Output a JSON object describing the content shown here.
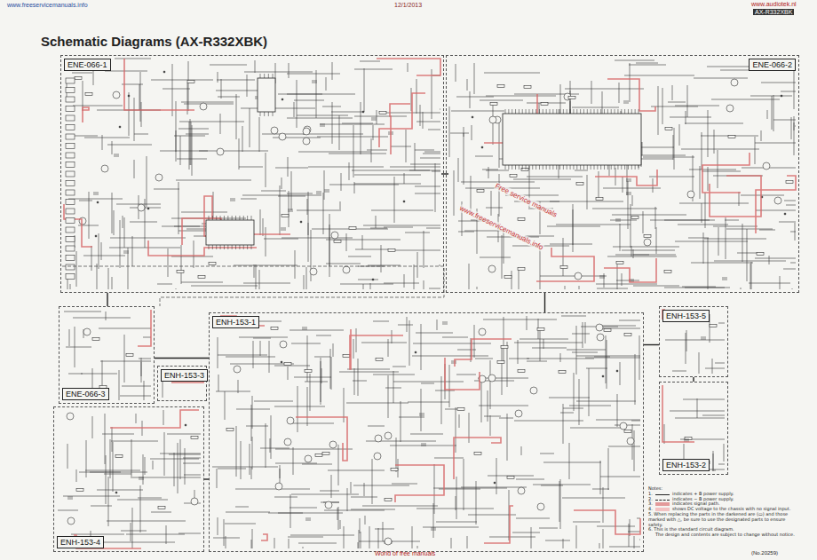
{
  "diagram": {
    "title": "Schematic Diagrams (AX-R332XBK)",
    "nodes": [
      {
        "text": [
          "ENE-066-1"
        ]
      },
      {
        "text": [
          "ENE-066-2"
        ]
      },
      {
        "text": [
          "ENE-066-3"
        ]
      },
      {
        "text": [
          "ENH-153-1"
        ]
      },
      {
        "text": [
          "ENH-153-3"
        ]
      },
      {
        "text": [
          "ENH-153-4"
        ]
      },
      {
        "text": [
          "ENH-153-5"
        ]
      },
      {
        "text": [
          "ENH-153-2"
        ]
      }
    ],
    "edges": [
      {
        "from": 0,
        "to": 1,
        "arrow": "none"
      },
      {
        "from": 0,
        "to": 2,
        "arrow": "none"
      },
      {
        "from": 1,
        "to": 3,
        "arrow": "none"
      },
      {
        "from": 2,
        "to": 3,
        "arrow": "none"
      },
      {
        "from": 5,
        "to": 3,
        "arrow": "none"
      },
      {
        "from": 3,
        "to": 6,
        "arrow": "none"
      },
      {
        "from": 6,
        "to": 7,
        "arrow": "none"
      }
    ],
    "labels": [
      "www.freeservicemanuals.info",
      "12/1/2013",
      "www.audiotek.nl",
      "AX-R332XBK",
      "Notes:",
      "1.",
      "2.",
      "3.",
      "4.",
      "5. When replacing the parts in the darkened are (▭) and those marked with △, be sure to use the designated parts to ensure safety.",
      "6. This is the standard circuit diagram.",
      "The design and contents are subject to change without notice.",
      "World of free manuals",
      "(No.20259)",
      "www.freeservicemanuals.info",
      "Free service manuals"
    ],
    "legend": [
      {
        "text": "indicates + B power supply."
      },
      {
        "text": "indicates − B power supply."
      },
      {
        "text": "indicates signal path.",
        "color": "#e39a9a"
      },
      {
        "text": "shows DC voltage to the chassis with no signal input.",
        "color": "#f3c2c2"
      }
    ]
  }
}
